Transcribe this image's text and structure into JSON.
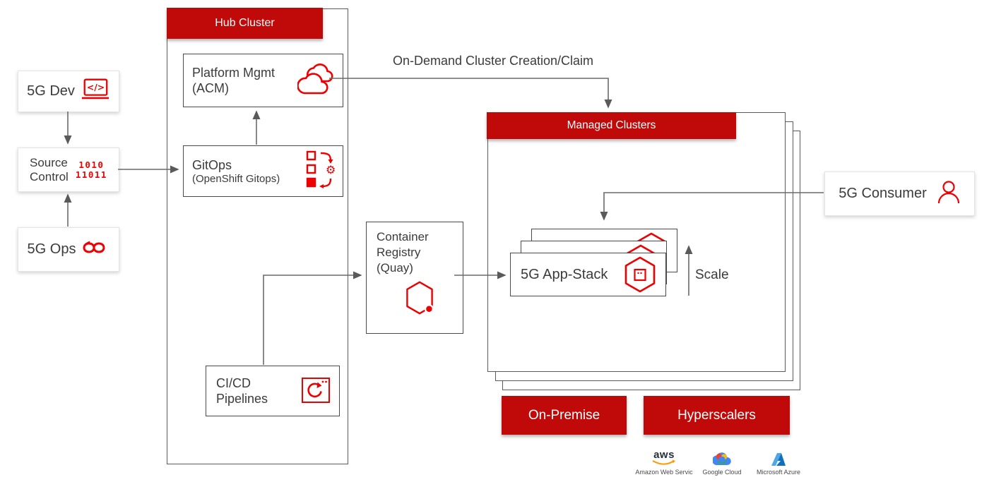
{
  "diagram": {
    "actors": {
      "dev": {
        "label": "5G Dev",
        "icon": "code-laptop-icon"
      },
      "source_control": {
        "line1": "Source",
        "line2": "Control",
        "icon": "binary-icon",
        "binary_line1": "1010",
        "binary_line2": "11011"
      },
      "ops": {
        "label": "5G Ops",
        "icon": "devops-infinity-icon"
      },
      "consumer": {
        "label": "5G Consumer",
        "icon": "person-icon"
      }
    },
    "hub_cluster": {
      "title": "Hub Cluster",
      "platform_mgmt": {
        "line1": "Platform Mgmt",
        "line2": "(ACM)",
        "icon": "double-cloud-icon"
      },
      "gitops": {
        "line1": "GitOps",
        "line2": "(OpenShift Gitops)",
        "icon": "gitops-icon"
      }
    },
    "container_registry": {
      "line1": "Container",
      "line2": "Registry",
      "line3": "(Quay)",
      "icon": "quay-hexagon-icon"
    },
    "cicd": {
      "line1": "CI/CD",
      "line2": "Pipelines",
      "icon": "pipelines-refresh-icon"
    },
    "managed_clusters": {
      "title": "Managed Clusters",
      "app_stack": {
        "label": "5G App-Stack",
        "icon": "app-hexagon-icon"
      },
      "scale_label": "Scale"
    },
    "connections": {
      "on_demand_label": "On-Demand Cluster Creation/Claim"
    },
    "infrastructure": {
      "on_premise": "On-Premise",
      "hyperscalers": "Hyperscalers",
      "providers": [
        {
          "name": "aws",
          "wordmark": "aws",
          "caption": "Amazon Web Servic"
        },
        {
          "name": "google-cloud",
          "caption": "Google Cloud"
        },
        {
          "name": "microsoft-azure",
          "caption": "Microsoft Azure"
        }
      ]
    },
    "colors": {
      "banner_red": "#c00a0a",
      "icon_red": "#ee0000",
      "line_gray": "#6a6a6a",
      "aws_navy": "#252f3e",
      "aws_orange": "#ff9900",
      "azure_blue": "#1380da",
      "text": "#3b3b3b"
    }
  }
}
